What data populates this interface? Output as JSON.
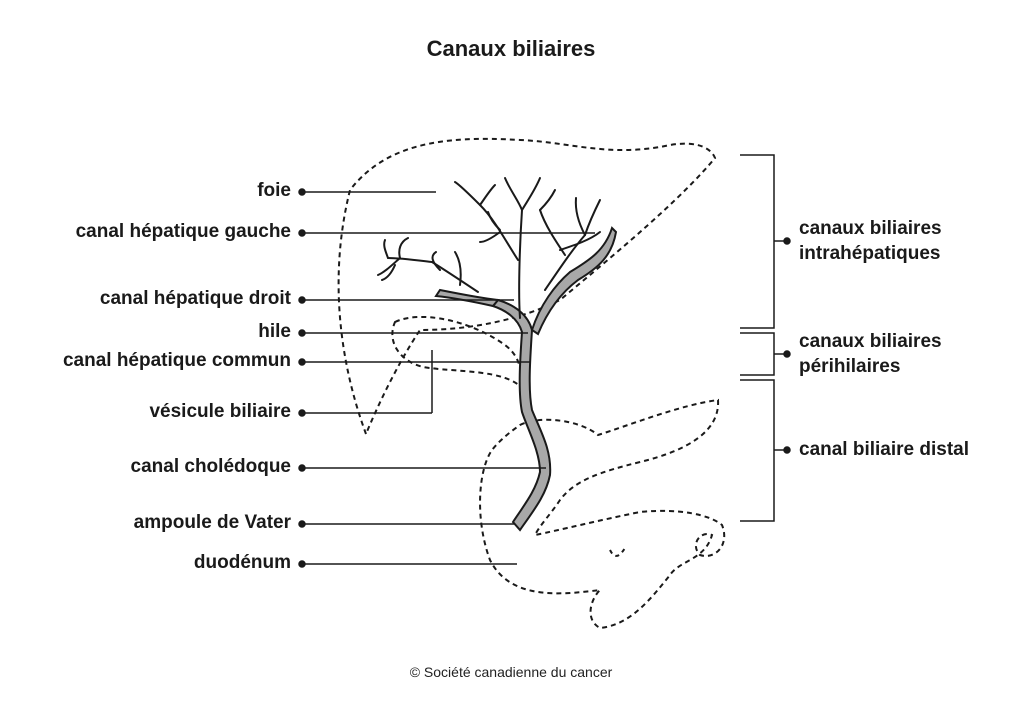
{
  "title": "Canaux biliaires",
  "labels_left": [
    "foie",
    "canal hépatique gauche",
    "canal hépatique droit",
    "hile",
    "canal hépatique commun",
    "vésicule biliaire",
    "canal cholédoque",
    "ampoule de Vater",
    "duodénum"
  ],
  "groups_right": [
    {
      "line1": "canaux biliaires",
      "line2": "intrahépatiques"
    },
    {
      "line1": "canaux biliaires",
      "line2": "périhilaires"
    },
    {
      "line1": "canal biliaire distal",
      "line2": ""
    }
  ],
  "credit": "© Société canadienne du cancer",
  "colors": {
    "duct_fill": "#a8a8a8",
    "stroke": "#1a1a1a"
  }
}
